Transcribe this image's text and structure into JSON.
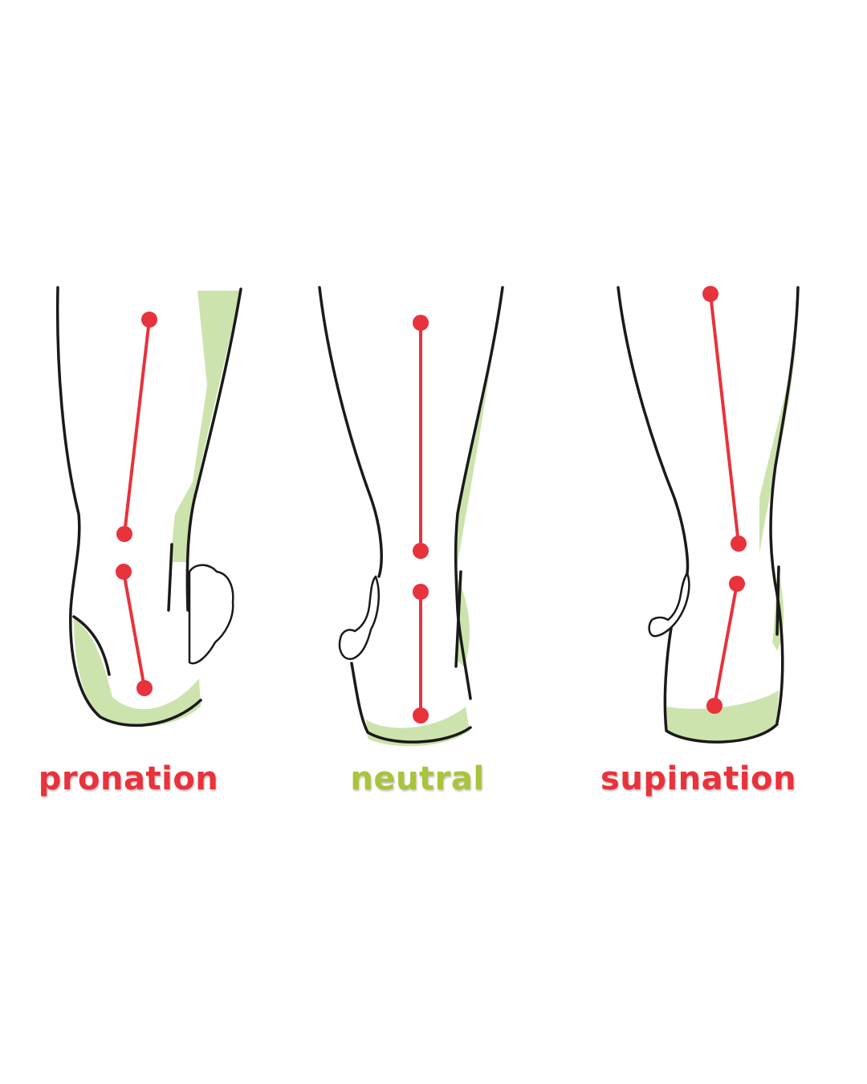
{
  "colors": {
    "accent_red": "#e8323c",
    "accent_green": "#a8c43a",
    "shade_green": "#cde3ae",
    "outline": "#1a1a1a"
  },
  "feet": [
    {
      "id": "pronation",
      "label": "pronation",
      "label_color": "#e8323c"
    },
    {
      "id": "neutral",
      "label": "neutral",
      "label_color": "#a8c43a"
    },
    {
      "id": "supination",
      "label": "supination",
      "label_color": "#e8323c"
    }
  ]
}
